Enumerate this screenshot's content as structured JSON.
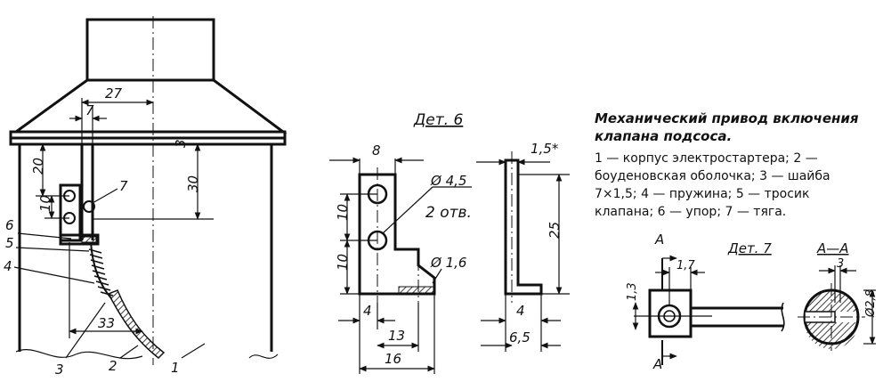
{
  "caption": {
    "title_line1": "Механический привод включения",
    "title_line2": "клапана подсоса.",
    "line1": "1 — корпус электростартера; 2 —",
    "line2": "боуденовская оболочка; 3 — шайба",
    "line3": "7×1,5; 4 — пружина; 5 — тросик",
    "line4": "клапана; 6 — упор; 7 — тяга."
  },
  "main_view": {
    "dims": {
      "d27": "27",
      "d7": "7",
      "d3": "3",
      "d20": "20",
      "d30": "30",
      "d10": "10",
      "d33": "33"
    },
    "callouts": {
      "n1": "1",
      "n2": "2",
      "n3": "3",
      "n4": "4",
      "n5": "5",
      "n6": "6",
      "n7": "7"
    }
  },
  "part6": {
    "title": "Дет. 6",
    "dims": {
      "d8": "8",
      "d10a": "10",
      "d10b": "10",
      "hole_dia": "Ø 4,5",
      "holes_count": "2 отв.",
      "d16dia": "Ø 1,6",
      "d4": "4",
      "d13": "13",
      "d16": "16",
      "side_15": "1,5*",
      "side_25": "25",
      "side_4": "4",
      "side_65": "6,5"
    }
  },
  "part7": {
    "title": "Дет. 7",
    "section_label": "А—А",
    "arrow_label_top": "А",
    "arrow_label_bottom": "А",
    "dims": {
      "d17": "1,7",
      "d13": "1,3",
      "d3": "3",
      "d28": "Ø2,8"
    }
  }
}
